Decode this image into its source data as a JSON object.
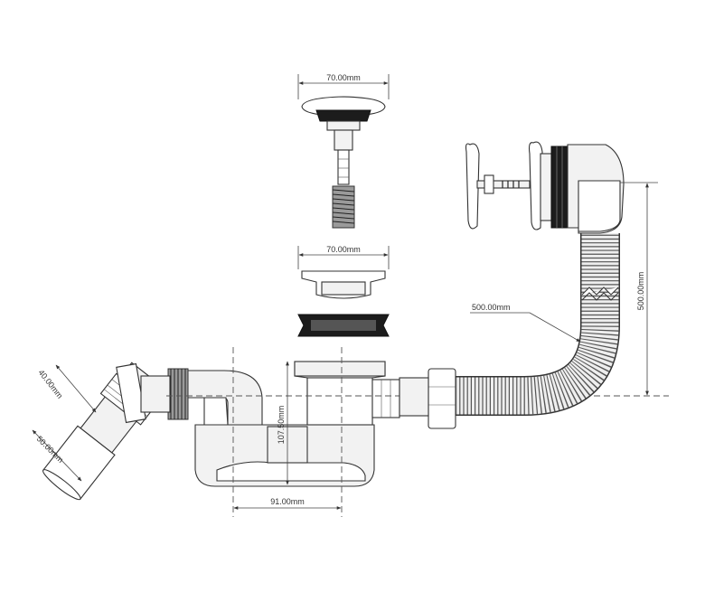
{
  "dimensions": {
    "cap_width": "70.00mm",
    "grate_width": "70.00mm",
    "connector_top": "40.00mm",
    "connector_outlet": "50.00mm",
    "trap_height": "107.50mm",
    "trap_width": "91.00mm",
    "hose_length": "500.00mm",
    "overflow_height": "500.00mm"
  },
  "colors": {
    "line": "#333333",
    "dark_part": "#1c1c1c",
    "light_part": "#f2f2f2"
  }
}
